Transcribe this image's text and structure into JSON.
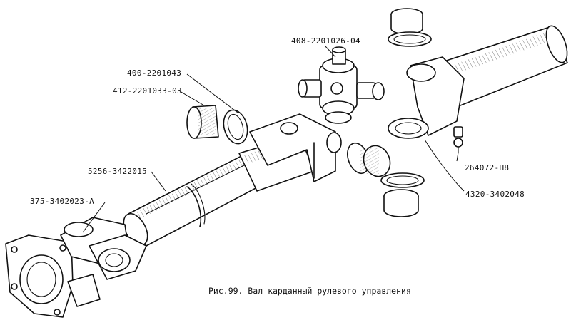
{
  "labels": {
    "cross_kit": "408-2201026-04",
    "seal": "400-2201043",
    "bearing": "412-2201033-03",
    "shaft": "5256-3422015",
    "flange_yoke": "375-3402023-A",
    "grease_fitting": "264072-П8",
    "yoke": "4320-3402048"
  },
  "caption": "Рис.99. Вал карданный рулевого управления"
}
